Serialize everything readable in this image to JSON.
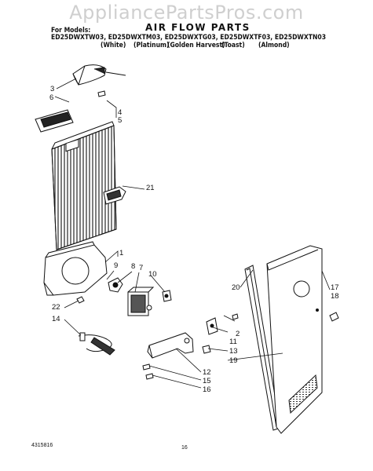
{
  "watermark": "AppliancePartsPros.com",
  "header": {
    "for_models": "For Models:",
    "title": "AIR FLOW PARTS",
    "models": "ED25DWXTW03, ED25DWXTM03, ED25DWXTG03, ED25DWXTF03, ED25DWXTN03",
    "colors": [
      "(White)",
      "(Platinum)",
      "(Golden Harvest)",
      "(Toast)",
      "(Almond)"
    ]
  },
  "callouts": {
    "c3": "3",
    "c6": "6",
    "c4": "4",
    "c5": "5",
    "c21": "21",
    "c1": "1",
    "c9": "9",
    "c8": "8",
    "c7": "7",
    "c10": "10",
    "c22": "22",
    "c14": "14",
    "c20": "20",
    "c17": "17",
    "c18": "18",
    "c2": "2",
    "c11": "11",
    "c13": "13",
    "c19": "19",
    "c12": "12",
    "c15": "15",
    "c16": "16"
  },
  "footer": {
    "doc_number": "4315816",
    "page_number": "16"
  }
}
